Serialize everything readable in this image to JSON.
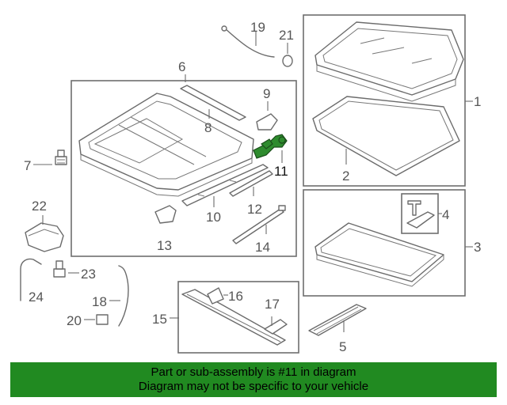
{
  "labels": {
    "l1": "1",
    "l2": "2",
    "l3": "3",
    "l4": "4",
    "l5": "5",
    "l6": "6",
    "l7": "7",
    "l8": "8",
    "l9": "9",
    "l10": "10",
    "l11": "11",
    "l12": "12",
    "l13": "13",
    "l14": "14",
    "l15": "15",
    "l16": "16",
    "l17": "17",
    "l18": "18",
    "l19": "19",
    "l20": "20",
    "l21": "21",
    "l22": "22",
    "l23": "23",
    "l24": "24"
  },
  "highlight_color": "#2e8b2e",
  "banner": {
    "line1": "Part or sub-assembly is #11 in diagram",
    "line2": "Diagram may not be specific to your vehicle",
    "color": "#218a21"
  }
}
